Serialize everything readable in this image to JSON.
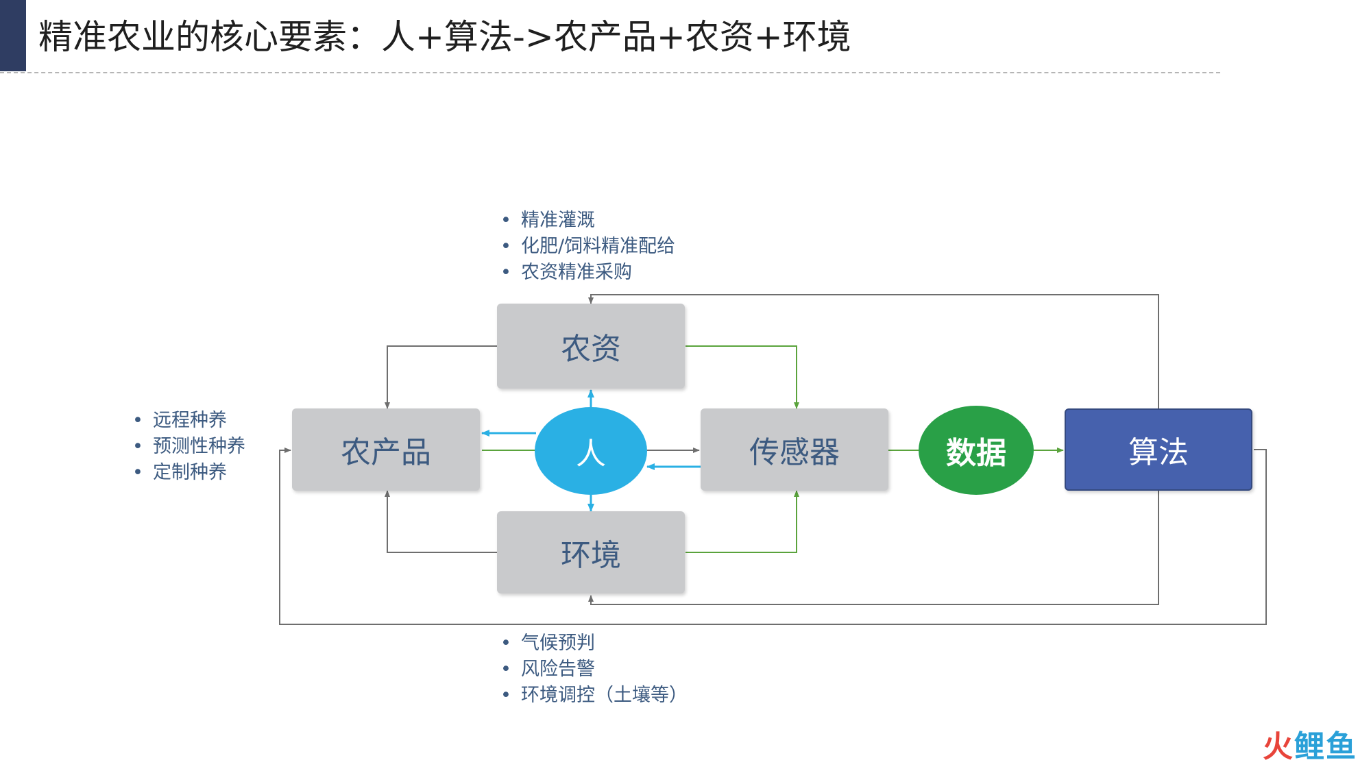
{
  "title": "精准农业的核心要素：人+算法->农产品+农资+环境",
  "nodes": {
    "nongzi": "农资",
    "nongchanpin": "农产品",
    "ren": "人",
    "chuanganqi": "传感器",
    "shuju": "数据",
    "suanfa": "算法",
    "huanjing": "环境"
  },
  "bullets": {
    "nongzi": [
      "精准灌溉",
      "化肥/饲料精准配给",
      "农资精准采购"
    ],
    "nongchanpin": [
      "远程种养",
      "预测性种养",
      "定制种养"
    ],
    "huanjing": [
      "气候预判",
      "风险告警",
      "环境调控（土壤等）"
    ]
  },
  "watermark": {
    "part1": "火",
    "part2": "鲤鱼"
  },
  "colors": {
    "title_bar": "#2f3d62",
    "box": "#c9cacc",
    "box_text": "#3c5a80",
    "algo": "#4661ad",
    "person": "#2ab0e4",
    "data": "#29a047",
    "green_line": "#5aa33c",
    "blue_line": "#2ab0e4",
    "gray_line": "#6e6e6e"
  }
}
